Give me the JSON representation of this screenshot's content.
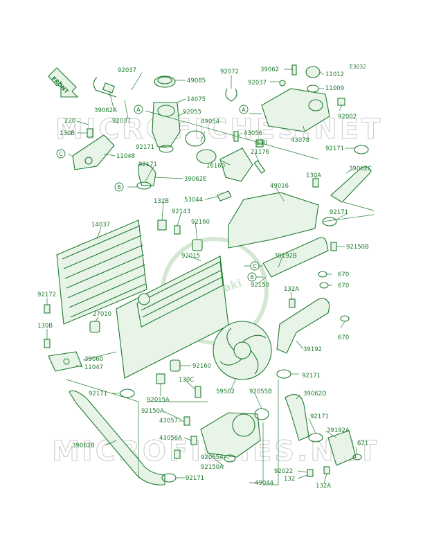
{
  "code": "E3032",
  "front_label": "FRONT",
  "watermark": {
    "top": "MICROFICHES.NET",
    "bottom": "MICROFICHES.NET",
    "logo": "Kawasaki"
  },
  "refs": [
    "A",
    "B",
    "C"
  ],
  "labels": {
    "p92037a": "92037",
    "p49085": "49085",
    "p14075": "14075",
    "p39062a": "39062A",
    "p92037b": "92037",
    "p220": "220",
    "p130b_1": "130B",
    "p92055": "92055",
    "p92171_1": "92171",
    "p11048": "11048",
    "p92171_2": "92171",
    "p39062e": "39062E",
    "p92072": "92072",
    "p49054": "49054",
    "p43056": "43056",
    "p130": "130",
    "p21176": "21176",
    "p16160": "16160",
    "p39062": "39062",
    "p11012": "11012",
    "p92037c": "92037",
    "p11009": "11009",
    "p92002": "92002",
    "p43078": "43078",
    "p92171_3": "92171",
    "p39062c": "39062C",
    "p130a_1": "130A",
    "p49016": "49016",
    "p53044": "53044",
    "p132b": "132B",
    "p92143": "92143",
    "p92160_1": "92160",
    "p14037": "14037",
    "p92171_4": "92171",
    "p92150b": "92150B",
    "p92015": "92015",
    "p39192b": "39192B",
    "p670_1": "670",
    "p92150": "92150",
    "p670_2": "670",
    "p132a_1": "132A",
    "p92172": "92172",
    "p27010": "27010",
    "p130b_2": "130B",
    "p670_3": "670",
    "p39192": "39192",
    "p39060": "39060",
    "p11047": "11047",
    "p92160_2": "92160",
    "p130c": "130C",
    "p92171_5": "92171",
    "p92171_6": "92171",
    "p92015a": "92015A",
    "p59502": "59502",
    "p92055b": "92055B",
    "p39062d": "39062D",
    "p92150a_1": "92150A",
    "p43057": "43057",
    "p43056a": "43056A",
    "p92171_7": "92171",
    "p39192a": "39192A",
    "p39062b": "39062B",
    "p92055a": "92055A",
    "p92150a_2": "92150A",
    "p671": "671",
    "p92022": "92022",
    "p132": "132",
    "p92171_8": "92171",
    "p49044": "49044",
    "p132a_2": "132A"
  }
}
